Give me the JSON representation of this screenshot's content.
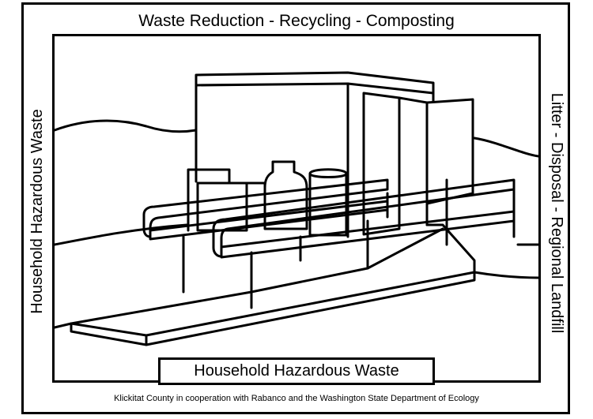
{
  "header": {
    "title": "Waste Reduction - Recycling - Composting"
  },
  "side_labels": {
    "left": "Household Hazardous Waste",
    "right": "Litter - Disposal - Regional Landfill"
  },
  "caption": {
    "label": "Household Hazardous Waste"
  },
  "footer": {
    "credit": "Klickitat County in cooperation with Rabanco and the Washington State Department of Ecology"
  },
  "illustration": {
    "subject": "hazardous waste collection building with ramp and handrails",
    "style": "black-and-white line art coloring page",
    "line_color": "#000000",
    "background_color": "#ffffff"
  }
}
